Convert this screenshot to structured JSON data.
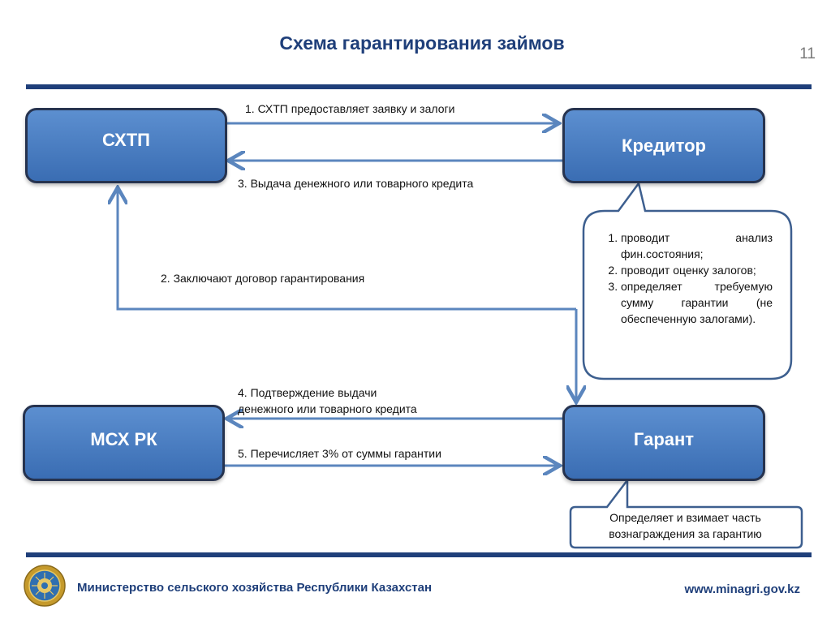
{
  "title": "Схема гарантирования займов",
  "page_number": "11",
  "nodes": {
    "shtp": "СХТП",
    "kreditor": "Кредитор",
    "msh": "МСХ РК",
    "garant": "Гарант"
  },
  "edges": {
    "e1": "1.  СХТП  предоставляет заявку и залоги",
    "e2": "2. Заключают договор гарантирования",
    "e3": "3. Выдача денежного или товарного кредита",
    "e4_line1": "4. Подтверждение  выдачи",
    "e4_line2": "денежного или товарного кредита",
    "e5": "5. Перечисляет 3% от суммы гарантии"
  },
  "kreditor_callout": [
    "проводит анализ фин.состояния;",
    "проводит оценку залогов;",
    "определяет требуемую сумму гарантии (не обеспеченную залогами)."
  ],
  "garant_note": "Определяет и взимает часть вознаграждения за гарантию",
  "footer": {
    "organization": "Министерство сельского хозяйства Республики Казахстан",
    "website": "www.minagri.gov.kz"
  },
  "colors": {
    "accent": "#1f3f7a",
    "node_fill": "#4a7fc3",
    "arrow": "#5b86be",
    "callout_border": "#3d5f8f"
  }
}
